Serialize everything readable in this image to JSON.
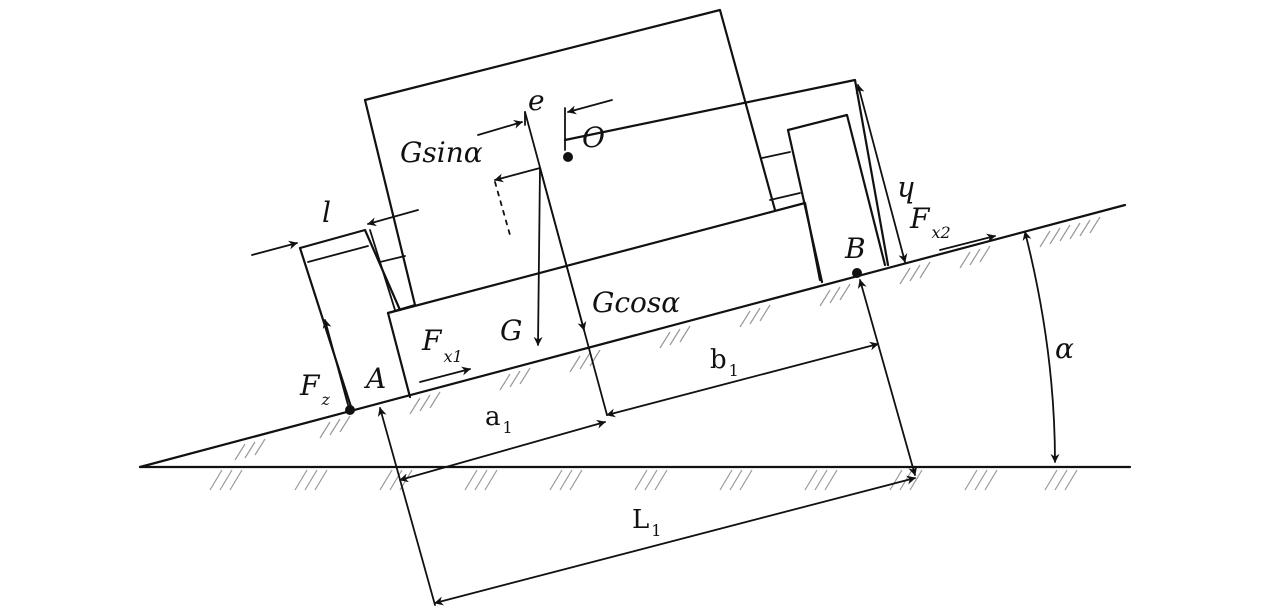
{
  "labels": {
    "e": "e",
    "O": "O",
    "h": "h",
    "G_sin_alpha": "Gsinα",
    "l": "l",
    "F_x2_main": "F",
    "F_x2_sub": "x2",
    "B": "B",
    "G": "G",
    "G_cos_alpha": "Gcosα",
    "F_x1_main": "F",
    "F_x1_sub": "x1",
    "b1_main": "b",
    "b1_sub": "1",
    "alpha": "α",
    "F_z_main": "F",
    "F_z_sub": "z",
    "A": "A",
    "a1_main": "a",
    "a1_sub": "1",
    "L1_main": "L",
    "L1_sub": "1"
  }
}
